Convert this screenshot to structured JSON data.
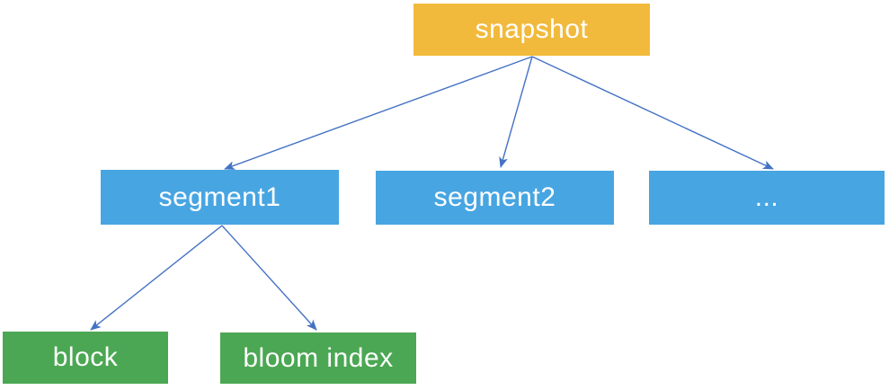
{
  "diagram": {
    "type": "tree",
    "text_color": "#ffffff",
    "arrow_color": "#4472c4",
    "nodes": {
      "snapshot": {
        "label": "snapshot",
        "color": "#f2ba3c"
      },
      "segment1": {
        "label": "segment1",
        "color": "#47a5e2"
      },
      "segment2": {
        "label": "segment2",
        "color": "#47a5e2"
      },
      "more": {
        "label": "...",
        "color": "#47a5e2"
      },
      "block": {
        "label": "block",
        "color": "#4ba753"
      },
      "bloom_index": {
        "label": "bloom index",
        "color": "#4ba753"
      }
    },
    "edges": [
      {
        "from": "snapshot",
        "to": "segment1"
      },
      {
        "from": "snapshot",
        "to": "segment2"
      },
      {
        "from": "snapshot",
        "to": "more"
      },
      {
        "from": "segment1",
        "to": "block"
      },
      {
        "from": "segment1",
        "to": "bloom_index"
      }
    ]
  }
}
